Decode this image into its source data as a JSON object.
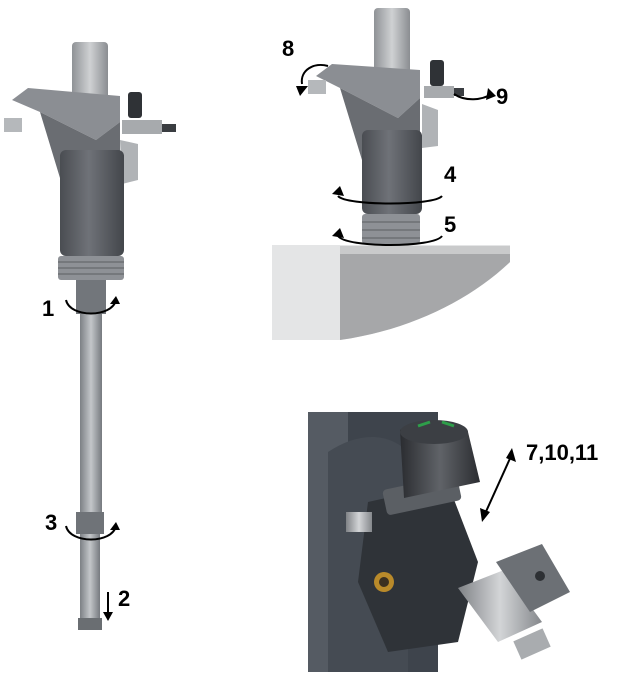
{
  "callouts": {
    "c1": "1",
    "c2": "2",
    "c3": "3",
    "c4": "4",
    "c5": "5",
    "c8": "8",
    "c9": "9",
    "c7_10_11": "7,10,11"
  },
  "colors": {
    "body_dark": "#55585e",
    "body_light": "#8a8d92",
    "plastic_grey": "#9a9da2",
    "cylinder_top": "#b5b8bb",
    "rod": "#9fa3a7",
    "tank_face": "#e4e5e6",
    "tank_shadow": "#9a9b9d",
    "regulator_dark": "#3a3d42",
    "knob_green": "#2e9e4a",
    "brass": "#b98a2a",
    "fitting": "#a6a9ac"
  }
}
